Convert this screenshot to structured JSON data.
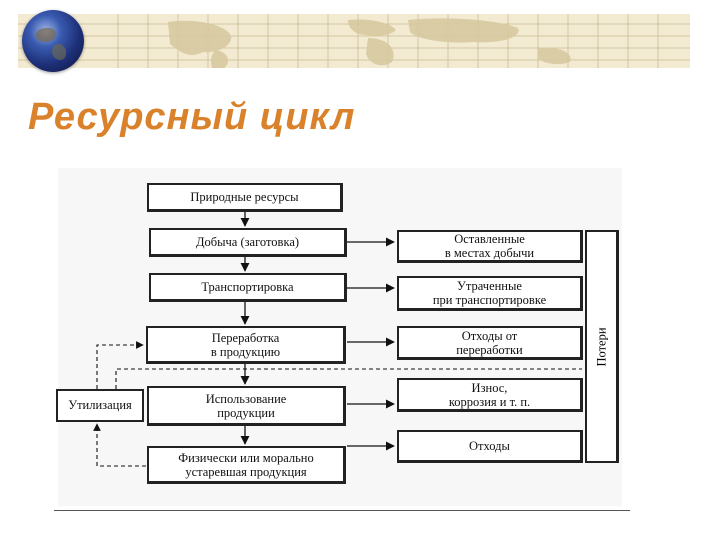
{
  "title": "Ресурсный цикл",
  "diagram": {
    "chain": [
      "Природные ресурсы",
      "Добыча (заготовка)",
      "Транспортировка",
      "Переработка\nв продукцию",
      "Использование\nпродукции",
      "Физически или морально\nустаревшая продукция"
    ],
    "losses_items": [
      "Оставленные\nв местах добычи",
      "Утраченные\nпри транспортировке",
      "Отходы от\nпереработки",
      "Износ,\nкоррозия и т. п.",
      "Отходы"
    ],
    "losses_label": "Потери",
    "utilization_label": "Утилизация"
  }
}
